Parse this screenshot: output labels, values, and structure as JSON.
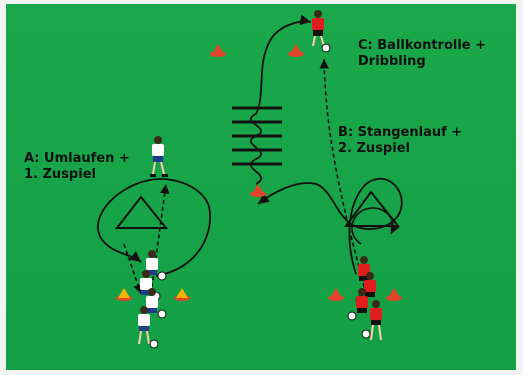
{
  "labels": {
    "a_line1": "A: Umlaufen +",
    "a_line2": "1. Zuspiel",
    "b_line1": "B: Stangenlauf +",
    "b_line2": "2. Zuspiel",
    "c_line1": "C: Ballkontrolle +",
    "c_line2": "Dribbling"
  },
  "colors": {
    "pitch": "#17a448",
    "line": "#111111",
    "cone": "#e2452a",
    "team_white": "#ffffff",
    "team_red": "#e11d1d",
    "shorts_blue": "#1e3a8a"
  }
}
